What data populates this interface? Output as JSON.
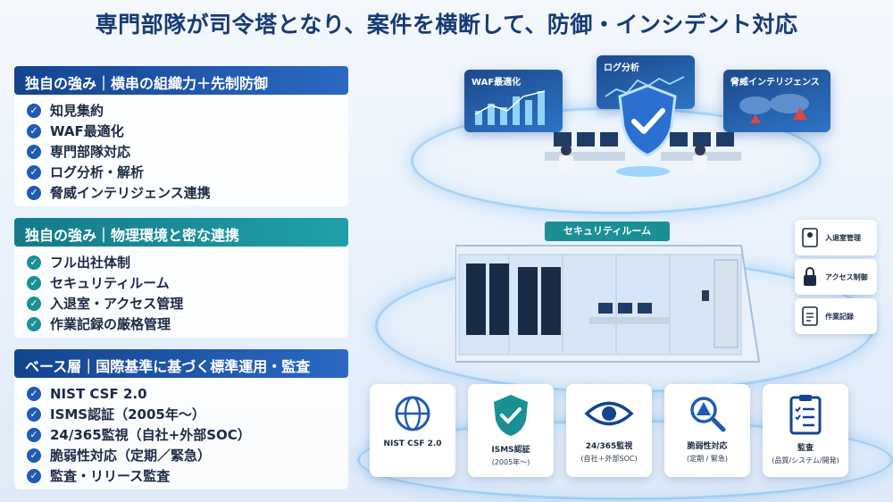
{
  "title": "専門部隊が司令塔となり、案件を横断して、防御・インシデント対応",
  "panels": [
    {
      "heading": "独自の強み｜横串の組織力＋先制防御",
      "items": [
        "知見集約",
        "WAF最適化",
        "専門部隊対応",
        "ログ分析・解析",
        "脅威インテリジェンス連携"
      ]
    },
    {
      "heading": "独自の強み｜物理環境と密な連携",
      "items": [
        "フル出社体制",
        "セキュリティルーム",
        "入退室・アクセス管理",
        "作業記録の厳格管理"
      ]
    },
    {
      "heading": "ベース層｜国際基準に基づく標準運用・監査",
      "items": [
        "NIST CSF 2.0",
        "ISMS認証（2005年～）",
        "24/365監視（自社+外部SOC）",
        "脆弱性対応（定期／緊急）",
        "監査・リリース監査"
      ]
    }
  ],
  "top_screens": [
    "WAF最適化",
    "ログ分析",
    "脅威インテリジェンス"
  ],
  "room_label": "セキュリティルーム",
  "side_cards": [
    "入退室管理",
    "アクセス制御",
    "作業記録"
  ],
  "bottom_cards": [
    {
      "label": "NIST CSF 2.0",
      "sub": ""
    },
    {
      "label": "ISMS認証",
      "sub": "(2005年～)"
    },
    {
      "label": "24/365監視",
      "sub": "(自社＋外部SOC)"
    },
    {
      "label": "脆弱性対応",
      "sub": "(定期 / 緊急)"
    },
    {
      "label": "監査",
      "sub": "(品質/システム/開発)"
    }
  ],
  "colors": {
    "navy": "#14448e",
    "teal": "#1a8f95",
    "glow": "#5aaaeb"
  }
}
